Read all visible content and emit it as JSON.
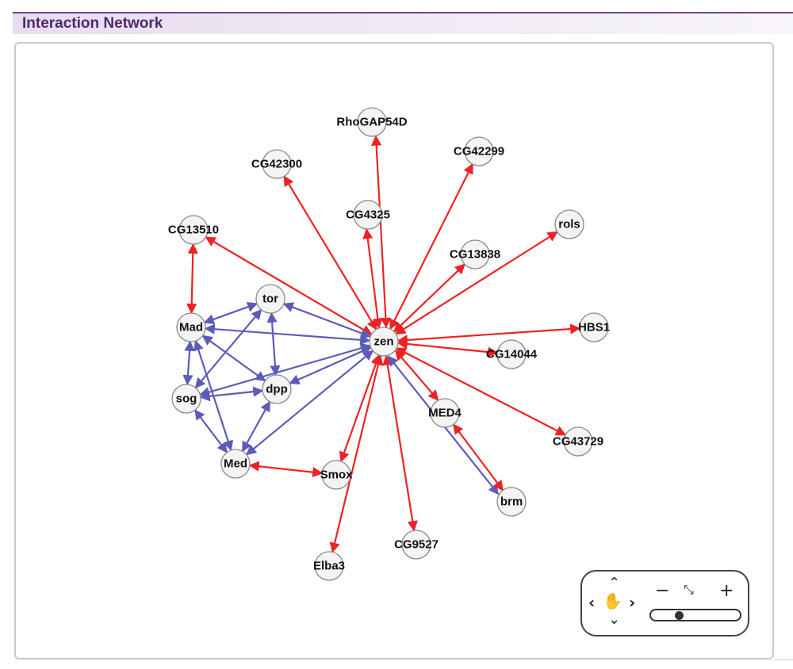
{
  "header": {
    "title": "Interaction Network"
  },
  "colors": {
    "activation": "#ee2222",
    "inhibition": "#5c5cb8",
    "node_fill": "#f4f4f4",
    "node_stroke": "#8a8a8a"
  },
  "network": {
    "nodes": [
      {
        "id": "zen"
      },
      {
        "id": "RhoGAP54D"
      },
      {
        "id": "CG42299"
      },
      {
        "id": "CG42300"
      },
      {
        "id": "CG4325"
      },
      {
        "id": "rols"
      },
      {
        "id": "CG13510"
      },
      {
        "id": "CG13838"
      },
      {
        "id": "HBS1"
      },
      {
        "id": "CG14044"
      },
      {
        "id": "tor"
      },
      {
        "id": "Mad"
      },
      {
        "id": "dpp"
      },
      {
        "id": "sog"
      },
      {
        "id": "MED4"
      },
      {
        "id": "CG43729"
      },
      {
        "id": "Med"
      },
      {
        "id": "Smox"
      },
      {
        "id": "brm"
      },
      {
        "id": "CG9527"
      },
      {
        "id": "Elba3"
      }
    ],
    "edges": [
      {
        "source": "zen",
        "target": "RhoGAP54D",
        "kind": "activation"
      },
      {
        "source": "zen",
        "target": "CG42299",
        "kind": "activation"
      },
      {
        "source": "zen",
        "target": "CG42300",
        "kind": "activation"
      },
      {
        "source": "zen",
        "target": "CG4325",
        "kind": "activation"
      },
      {
        "source": "zen",
        "target": "rols",
        "kind": "activation"
      },
      {
        "source": "zen",
        "target": "CG13510",
        "kind": "activation"
      },
      {
        "source": "zen",
        "target": "CG13838",
        "kind": "activation"
      },
      {
        "source": "zen",
        "target": "HBS1",
        "kind": "activation"
      },
      {
        "source": "zen",
        "target": "CG14044",
        "kind": "activation"
      },
      {
        "source": "zen",
        "target": "CG43729",
        "kind": "activation"
      },
      {
        "source": "zen",
        "target": "MED4",
        "kind": "activation"
      },
      {
        "source": "zen",
        "target": "CG9527",
        "kind": "activation"
      },
      {
        "source": "zen",
        "target": "Smox",
        "kind": "activation"
      },
      {
        "source": "zen",
        "target": "Elba3",
        "kind": "activation"
      },
      {
        "source": "zen",
        "target": "brm",
        "kind": "inhibition"
      },
      {
        "source": "MED4",
        "target": "brm",
        "kind": "activation"
      },
      {
        "source": "CG13510",
        "target": "Mad",
        "kind": "activation"
      },
      {
        "source": "Med",
        "target": "Smox",
        "kind": "activation"
      },
      {
        "source": "zen",
        "target": "tor",
        "kind": "inhibition"
      },
      {
        "source": "zen",
        "target": "Mad",
        "kind": "inhibition"
      },
      {
        "source": "zen",
        "target": "dpp",
        "kind": "inhibition"
      },
      {
        "source": "zen",
        "target": "sog",
        "kind": "inhibition"
      },
      {
        "source": "zen",
        "target": "Med",
        "kind": "inhibition"
      },
      {
        "source": "tor",
        "target": "Mad",
        "kind": "inhibition"
      },
      {
        "source": "tor",
        "target": "dpp",
        "kind": "inhibition"
      },
      {
        "source": "tor",
        "target": "sog",
        "kind": "inhibition"
      },
      {
        "source": "Mad",
        "target": "dpp",
        "kind": "inhibition"
      },
      {
        "source": "Mad",
        "target": "sog",
        "kind": "inhibition"
      },
      {
        "source": "Mad",
        "target": "Med",
        "kind": "inhibition"
      },
      {
        "source": "sog",
        "target": "dpp",
        "kind": "inhibition"
      },
      {
        "source": "sog",
        "target": "Med",
        "kind": "inhibition"
      },
      {
        "source": "dpp",
        "target": "Med",
        "kind": "inhibition"
      }
    ]
  },
  "zoom_control": {
    "pan_icon": "hand-pan-icon",
    "zoom_out": "−",
    "zoom_in": "+",
    "fit_icon": "fit-arrows-icon",
    "zoom_level": 0.3
  }
}
